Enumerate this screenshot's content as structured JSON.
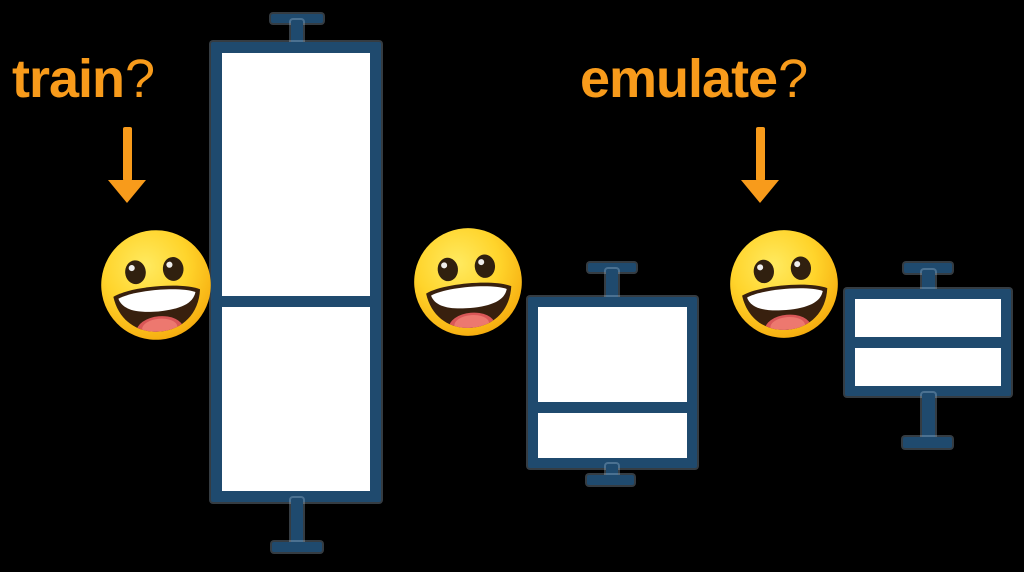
{
  "scene": {
    "background_color": "#000000",
    "accent_orange": "#F89B1B",
    "box_blue": "#1F4A6E",
    "box_fill": "#FFFFFF"
  },
  "labels": {
    "train": {
      "word": "train",
      "qmark": "?"
    },
    "emulate": {
      "word": "emulate",
      "qmark": "?"
    }
  },
  "icons": {
    "down_arrow_name": "down-arrow-icon",
    "emoji_name": "grinning-face-emoji",
    "emoji_glyph": "😃"
  },
  "figures": [
    {
      "name": "boxplot-train"
    },
    {
      "name": "boxplot-middle"
    },
    {
      "name": "boxplot-emulate"
    }
  ]
}
